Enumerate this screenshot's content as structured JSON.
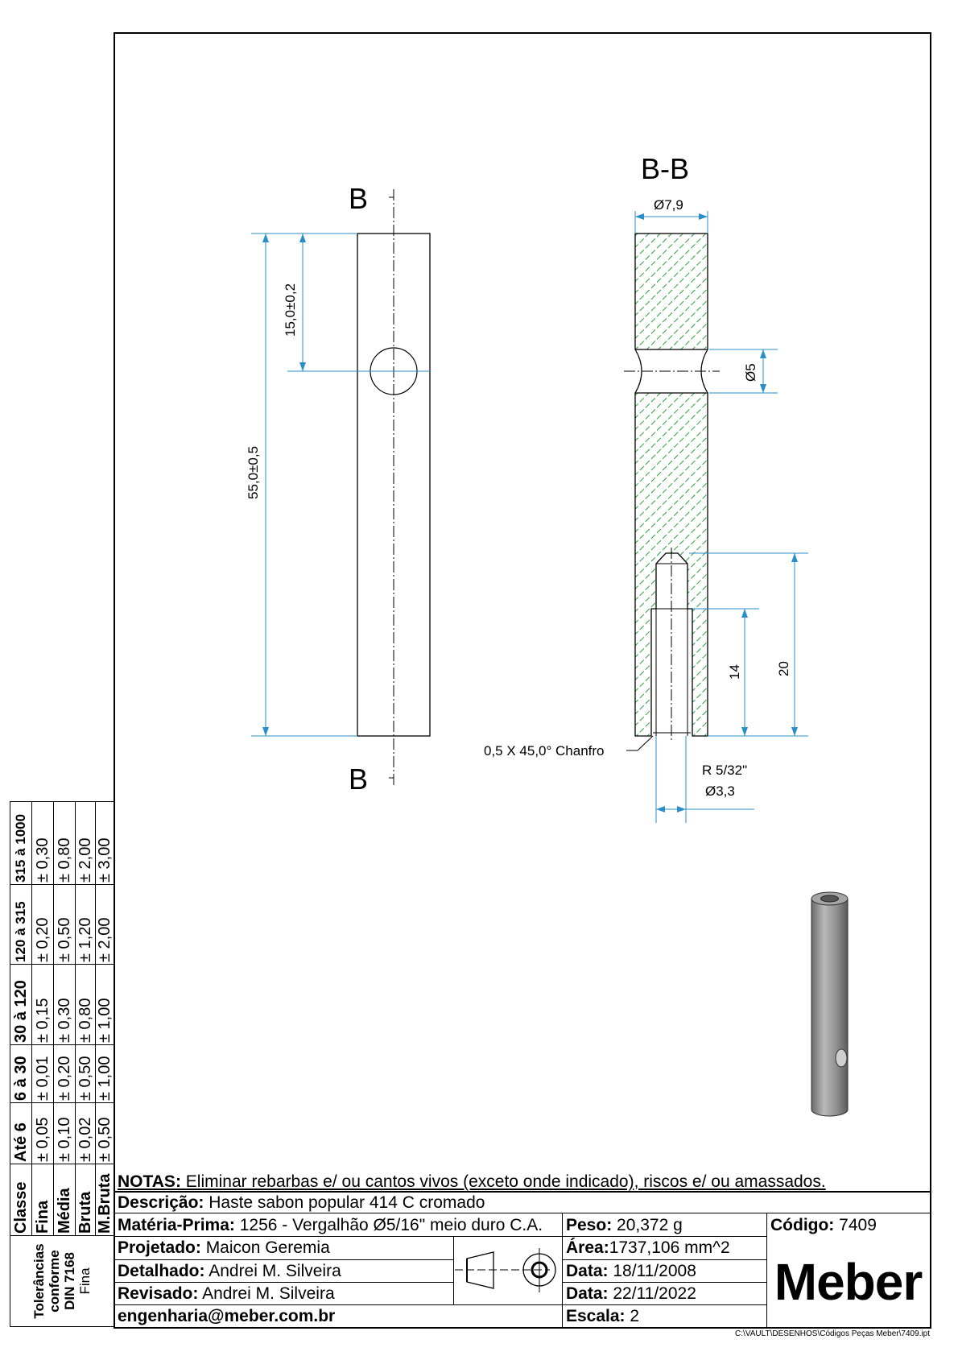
{
  "views": {
    "section_marker_top": "B",
    "section_marker_bottom": "B",
    "section_title": "B-B"
  },
  "dimensions": {
    "overall_length": "55,0±0,5",
    "hole_position": "15,0±0,2",
    "outer_diameter": "Ø7,9",
    "groove_diameter": "Ø5",
    "bore_depth": "20",
    "thread_depth": "14",
    "chamfer": "0,5 X 45,0° Chanfro",
    "thread_radius": "R 5/32\"",
    "bore_diameter": "Ø3,3"
  },
  "colors": {
    "dimension": "#2a8fc8",
    "hatch": "#2e9e3e"
  },
  "tolerances": {
    "title_lines": [
      "Tolerâncias",
      "conforme",
      "DIN 7168",
      "Fina"
    ],
    "header": [
      "Classe",
      "Até 6",
      "6 à 30",
      "30 à 120",
      "120 à 315",
      "315 à 1000"
    ],
    "rows": [
      [
        "Fina",
        "± 0,05",
        "± 0,01",
        "± 0,15",
        "± 0,20",
        "± 0,30"
      ],
      [
        "Média",
        "± 0,10",
        "± 0,20",
        "± 0,30",
        "± 0,50",
        "± 0,80"
      ],
      [
        "Bruta",
        "± 0,02",
        "± 0,50",
        "± 0,80",
        "± 1,20",
        "± 2,00"
      ],
      [
        "M.Bruta",
        "± 0,50",
        "± 1,00",
        "± 1,00",
        "± 2,00",
        "± 3,00"
      ]
    ]
  },
  "title_block": {
    "notes_label": "NOTAS:",
    "notes": "Eliminar rebarbas e/ ou cantos vivos (exceto onde indicado), riscos e/ ou amassados.",
    "description_label": "Descrição:",
    "description": "Haste sabon popular 414 C cromado",
    "material_label": "Matéria-Prima:",
    "material": "1256 - Vergalhão Ø5/16\" meio duro C.A.",
    "designed_label": "Projetado:",
    "designed": "Maicon Geremia",
    "detailed_label": "Detalhado:",
    "detailed": "Andrei M. Silveira",
    "revised_label": "Revisado:",
    "revised": "Andrei M. Silveira",
    "email": "engenharia@meber.com.br",
    "weight_label": "Peso:",
    "weight": "20,372 g",
    "area_label": "Área:",
    "area": "1737,106 mm^2",
    "date1_label": "Data:",
    "date1": "18/11/2008",
    "date2_label": "Data:",
    "date2": "22/11/2022",
    "scale_label": "Escala:",
    "scale": "2",
    "code_label": "Código:",
    "code": "7409",
    "logo": "Meber"
  },
  "file_path": "C:\\VAULT\\DESENHOS\\Códigos Peças Meber\\7409.ipt"
}
